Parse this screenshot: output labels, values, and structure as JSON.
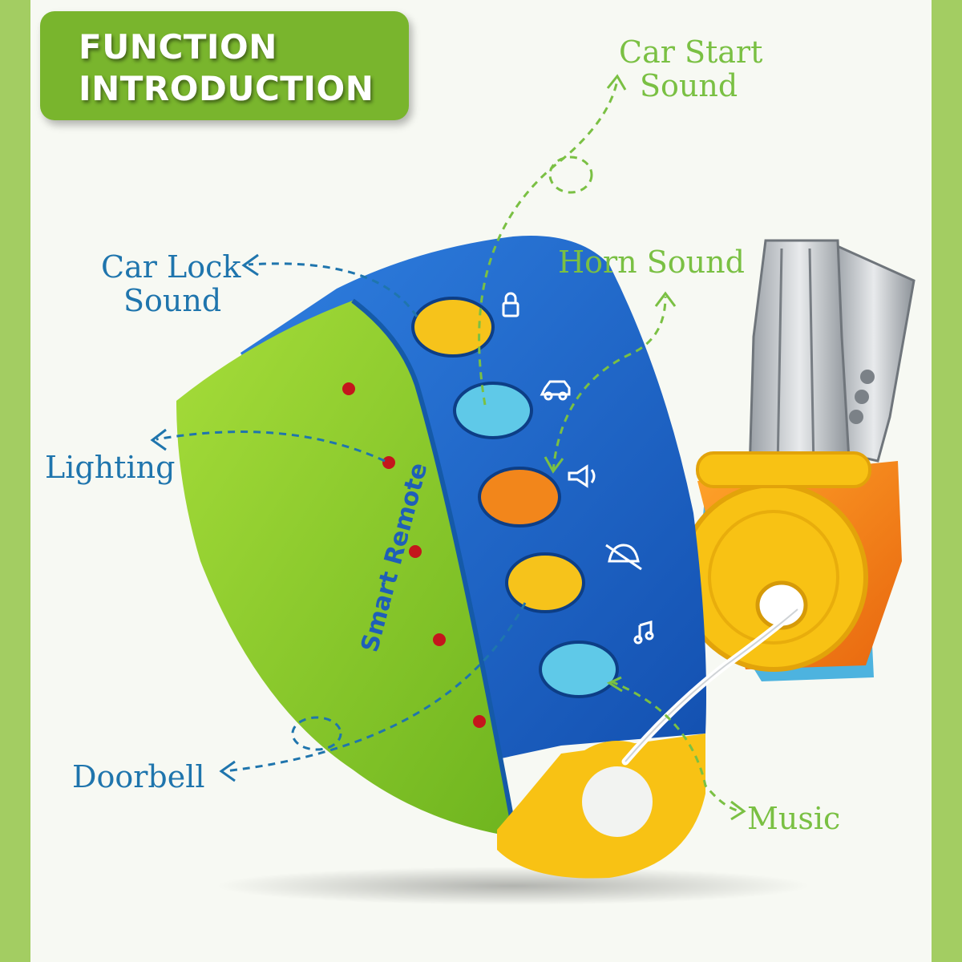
{
  "header": {
    "line1": "FUNCTION",
    "line2": "INTRODUCTION"
  },
  "callouts": {
    "car_start": {
      "line1": "Car Start",
      "line2": "Sound"
    },
    "car_lock": {
      "line1": "Car Lock",
      "line2": "Sound"
    },
    "horn": {
      "text": "Horn Sound"
    },
    "lighting": {
      "text": "Lighting"
    },
    "doorbell": {
      "text": "Doorbell"
    },
    "music": {
      "text": "Music"
    }
  },
  "product": {
    "brand_text": "Smart Remote"
  },
  "icons": [
    "lock-icon",
    "car-icon",
    "horn-icon",
    "bell-icon",
    "music-note-icon"
  ],
  "colors": {
    "side_green": "#a3cd62",
    "banner_green": "#79b52d",
    "label_blue": "#1f75ad",
    "label_green": "#7ac043",
    "remote_blue": "#1c63c6",
    "remote_green": "#8fcd2e",
    "button_yellow": "#f5c21a",
    "button_cyan": "#5fc9e8",
    "button_orange": "#f2861b"
  }
}
